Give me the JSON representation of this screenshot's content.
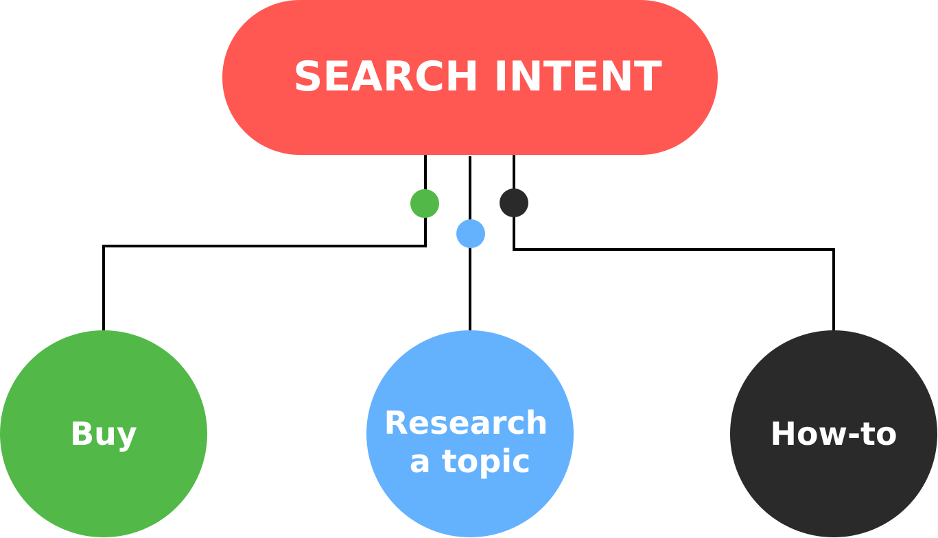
{
  "diagram": {
    "root": {
      "label": "SEARCH INTENT",
      "color": "#ff5752"
    },
    "connector_color": "#000000",
    "nodes": [
      {
        "key": "buy",
        "lines": [
          "Buy"
        ],
        "color": "#52b948"
      },
      {
        "key": "research",
        "lines": [
          "Research",
          "a topic"
        ],
        "color": "#64b2fe"
      },
      {
        "key": "howto",
        "lines": [
          "How-to"
        ],
        "color": "#2a2a2a"
      }
    ]
  }
}
